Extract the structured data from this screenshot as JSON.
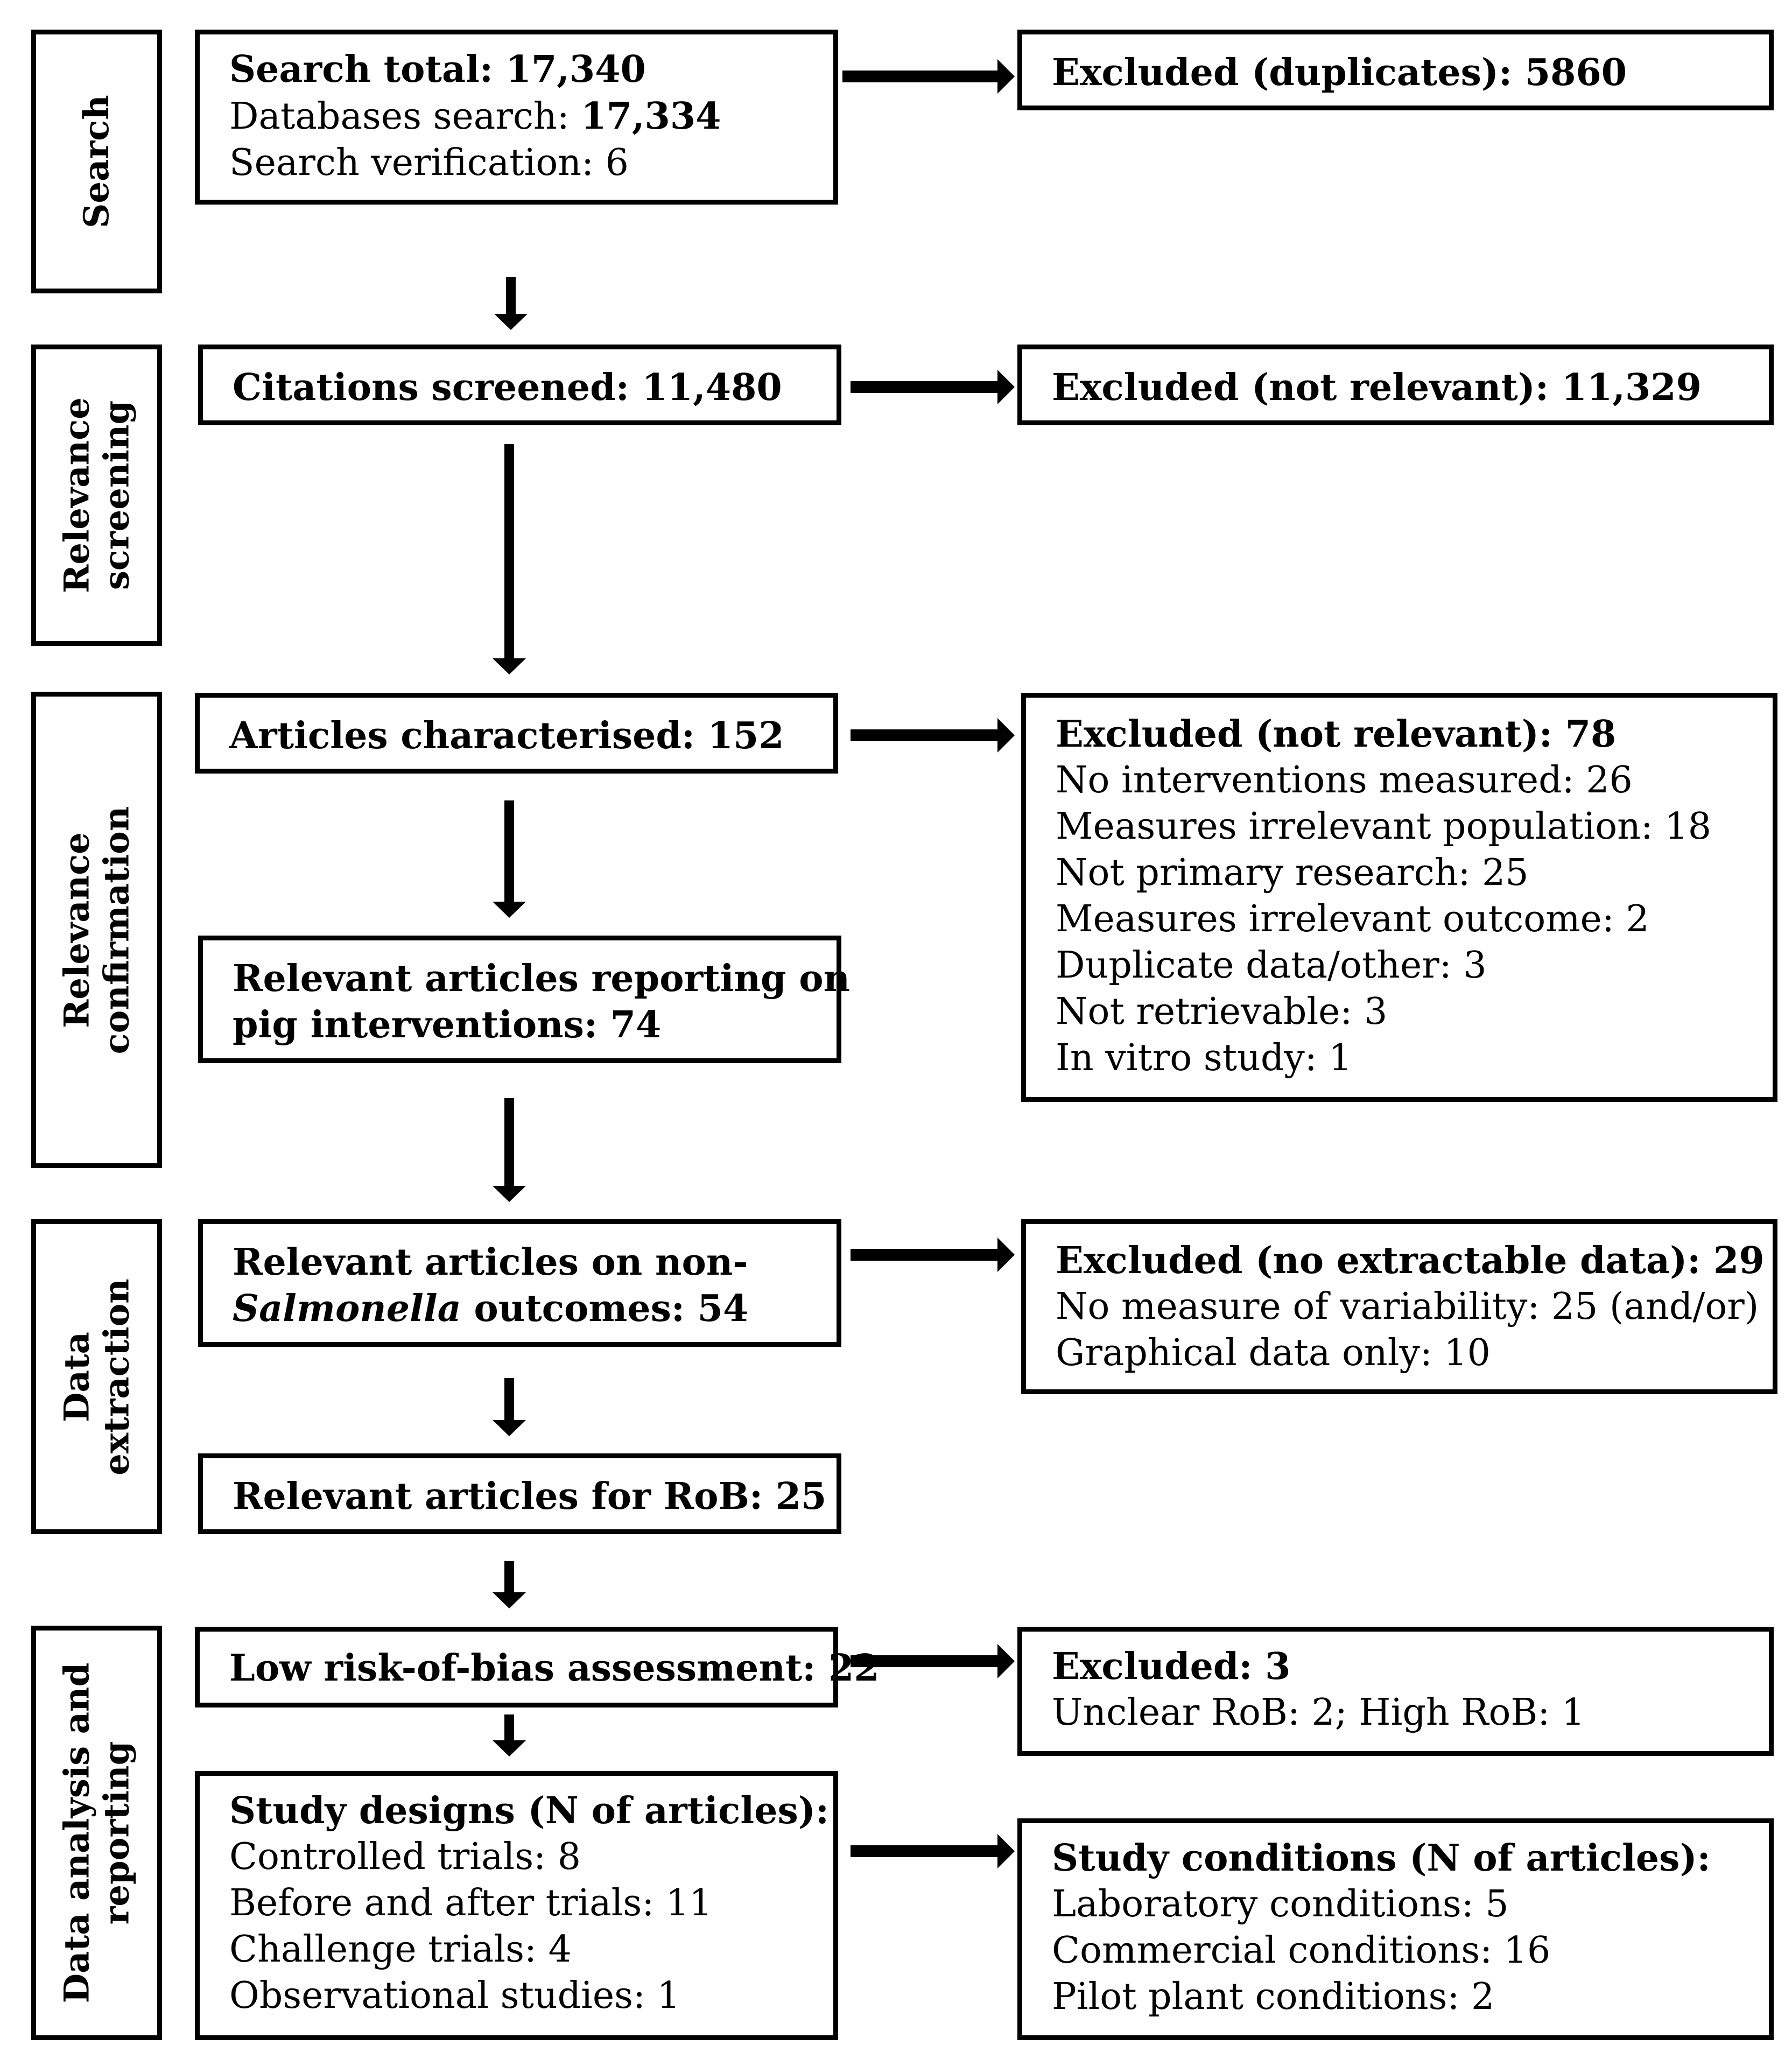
{
  "stages": [
    {
      "lines": [
        "Search"
      ]
    },
    {
      "lines": [
        "Relevance",
        "screening"
      ]
    },
    {
      "lines": [
        "Relevance",
        "confirmation"
      ]
    },
    {
      "lines": [
        "Data",
        "extraction"
      ]
    },
    {
      "lines": [
        "Data analysis and",
        "reporting"
      ]
    }
  ],
  "search_box": {
    "line1_label": "Search total: ",
    "line1_value": "17,340",
    "line2_label": "Databases search: ",
    "line2_value": "17,334",
    "line3": "Search verification: 6"
  },
  "excluded_duplicates": "Excluded (duplicates): 5860",
  "citations_screened": "Citations screened: 11,480",
  "excluded_not_relevant_1": "Excluded (not relevant): 11,329",
  "articles_characterised": "Articles characterised: 152",
  "excluded_not_relevant_2": {
    "title": "Excluded (not relevant): 78",
    "items": [
      "No interventions measured: 26",
      "Measures irrelevant population: 18",
      "Not primary research: 25",
      "Measures irrelevant outcome: 2",
      "Duplicate data/other: 3",
      "Not retrievable: 3",
      "In vitro study: 1"
    ]
  },
  "pig_interventions": {
    "line1": "Relevant articles reporting on",
    "line2": "pig interventions: 74"
  },
  "non_salmonella": {
    "line1": "Relevant articles on non-",
    "line2_italic": "Salmonella",
    "line2_rest": " outcomes: 54"
  },
  "excluded_no_data": {
    "title": "Excluded (no extractable data): 29",
    "items": [
      "No measure of variability: 25 (and/or)",
      "Graphical data only: 10"
    ]
  },
  "rob_articles": "Relevant articles for RoB: 25",
  "low_rob": "Low risk-of-bias assessment: 22",
  "excluded_rob": {
    "title": "Excluded: 3",
    "items": [
      "Unclear RoB: 2; High RoB: 1"
    ]
  },
  "study_designs": {
    "title": "Study designs (N of articles):",
    "items": [
      "Controlled trials: 8",
      "Before and after trials: 11",
      "Challenge trials: 4",
      "Observational studies: 1"
    ]
  },
  "study_conditions": {
    "title": "Study conditions (N of articles):",
    "items": [
      "Laboratory conditions: 5",
      "Commercial conditions: 16",
      "Pilot plant conditions: 2"
    ]
  }
}
